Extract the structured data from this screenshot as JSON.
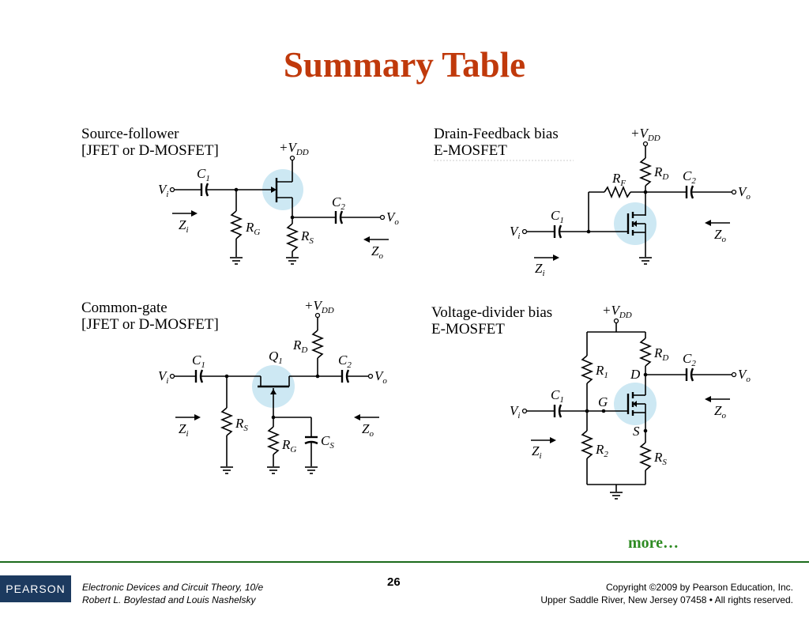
{
  "title": "Summary Table",
  "panels": {
    "source_follower": {
      "line1": "Source-follower",
      "line2": "[JFET or D-MOSFET]"
    },
    "drain_feedback": {
      "line1": "Drain-Feedback bias",
      "line2": "E-MOSFET"
    },
    "common_gate": {
      "line1": "Common-gate",
      "line2": "[JFET or D-MOSFET]"
    },
    "voltage_divider": {
      "line1": "Voltage-divider bias",
      "line2": "E-MOSFET"
    }
  },
  "symbols": {
    "vdd": "+V",
    "vdd_sub": "DD",
    "vi": "V",
    "vi_sub": "i",
    "vo": "V",
    "vo_sub": "o",
    "zi": "Z",
    "zi_sub": "i",
    "zo": "Z",
    "zo_sub": "o",
    "c1": "C",
    "c1_sub": "1",
    "c2": "C",
    "c2_sub": "2",
    "cs": "C",
    "cs_sub": "S",
    "rg": "R",
    "rg_sub": "G",
    "rs": "R",
    "rs_sub": "S",
    "rd": "R",
    "rd_sub": "D",
    "rf": "R",
    "rf_sub": "F",
    "r1": "R",
    "r1_sub": "1",
    "r2": "R",
    "r2_sub": "2",
    "q1": "Q",
    "q1_sub": "1",
    "d": "D",
    "g": "G",
    "s": "S"
  },
  "more": "more…",
  "footer": {
    "book_line1": "Electronic Devices and Circuit Theory, 10/e",
    "book_line2": "Robert L. Boylestad and Louis Nashelsky",
    "page": "26",
    "copyright_line1": "Copyright ©2009 by Pearson Education, Inc.",
    "copyright_line2": "Upper Saddle River, New Jersey 07458 • All rights reserved.",
    "logo": "PEARSON"
  }
}
